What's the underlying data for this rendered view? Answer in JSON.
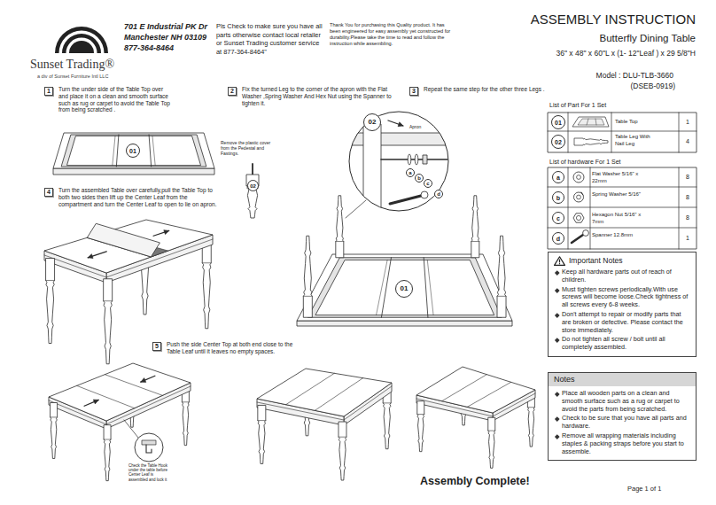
{
  "diagram": {
    "title": "ASSEMBLY INSTRUCTION",
    "nodes": [
      {
        "text": [
          "1",
          "Turn the under side of the Table Top over and place it on a clean and smooth surface such as rug or carpet to avoid the Table Top from being scratched ."
        ]
      },
      {
        "text": [
          "01"
        ]
      },
      {
        "text": [
          "2",
          "Fix the turned Leg to the corner of the apron with the Flat Washer ,Spring Washer And Hex Nut using the Spanner to tighten it."
        ]
      },
      {
        "text": [
          "02"
        ]
      },
      {
        "text": [
          "3",
          "Repeat the same step for the other three Legs ."
        ]
      },
      {
        "text": [
          "02"
        ]
      },
      {
        "text": [
          "a"
        ]
      },
      {
        "text": [
          "b"
        ]
      },
      {
        "text": [
          "c"
        ]
      },
      {
        "text": [
          "d"
        ]
      },
      {
        "text": [
          "01"
        ]
      },
      {
        "text": [
          "4",
          "Turn the assembled Table over carefully,pull the Table Top to both two sides then lift up the Center Leaf from the compartment and turn the Center Leaf to open to lie on apron."
        ]
      },
      {
        "text": [
          "5",
          "Push the side Center Top at both end close to the Table Leaf until it leaves no empty spaces."
        ]
      },
      {
        "text": [
          "01"
        ]
      },
      {
        "text": [
          "02"
        ]
      },
      {
        "text": [
          "a"
        ]
      },
      {
        "text": [
          "b"
        ]
      },
      {
        "text": [
          "c"
        ]
      },
      {
        "text": [
          "d"
        ]
      },
      {
        "text": [
          "Important Notes",
          "Keep all hardware parts out of reach of children.",
          "Must tighten screws periodically.With use screws will become loose.Check tightness of all screws every 6-8 weeks.",
          "Don't attempt to repair or modify parts that are broken or defective. Please contact the store immediately.",
          "Do not tighten all screw / bolt until all completely assembled."
        ]
      },
      {
        "text": [
          "Notes",
          "Place all wooden parts on a clean and smooth surface such as a rug or carpet to avoid the parts from being scratched.",
          "Check to be sure that you have all parts and hardware.",
          "Remove all wrapping materials including staples & packing straps before you start to assemble."
        ]
      }
    ],
    "labels": [
      "Sunset Trading®",
      "a div of Sunset Furniture Intl LLC",
      "701 E Industrial PK Dr",
      "Manchester NH 03109",
      "877-364-8464",
      "Pls Check to make sure you have all parts otherwise contact local retailer or Sunset Trading customer service at 877-364-8464\"",
      "Thank You for purchasing this Quality product. It has been engineered for easy assembly yet constructed for durability.Please take the time to read and follow the instruction while assembling.",
      "Butterfly Dining Table",
      "36\" x 48\" x 60\"L x (1- 12\"Leaf ) x 29 5/8\"H",
      "Model : DLU-TLB-3660",
      "(DSEB-0919)",
      "Remove the plastic cover from the Pedestal and Fastings.",
      "Apron",
      "Check the Table Hook under the table before Center Leaf is assembled and lock it",
      "List of Part For 1 Set",
      "Table Top",
      "1",
      "Table Leg With Nail Leg",
      "4",
      "List of hardware For 1 Set",
      "Flat Washer 5/16\" x 22mm",
      "8",
      "Spring Washer 5/16\"",
      "8",
      "Hexagon Nut 5/16\" x 7mm",
      "8",
      "Spanner 12.8mm",
      "1",
      "Assembly Complete!",
      "Page 1 of 1"
    ]
  }
}
